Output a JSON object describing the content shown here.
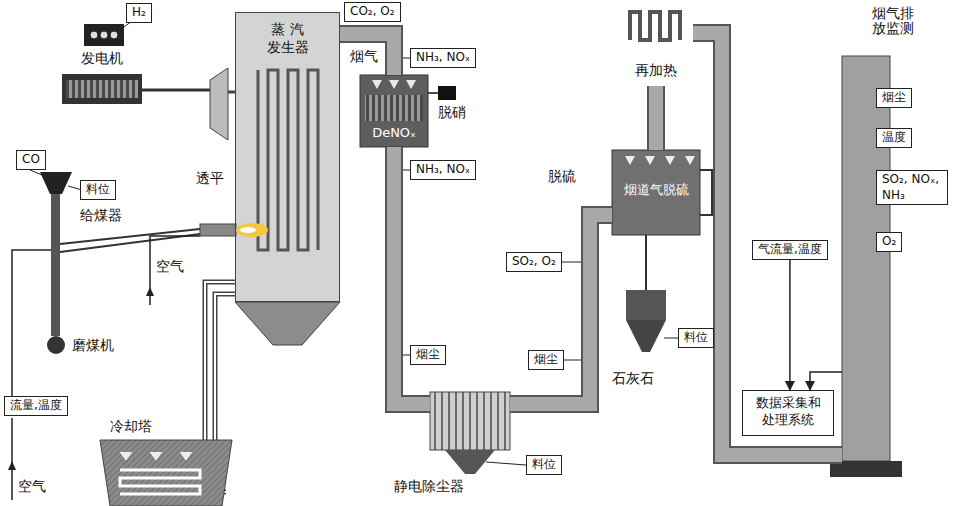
{
  "diagram": {
    "nodes": [
      {
        "text": [
          "H₂"
        ]
      },
      {
        "text": [
          "发电机"
        ]
      },
      {
        "text": [
          "CO"
        ]
      },
      {
        "text": [
          "料位"
        ]
      },
      {
        "text": [
          "流量,温度"
        ]
      },
      {
        "text": [
          "蒸 汽 发生器"
        ]
      },
      {
        "text": [
          "CO₂, O₂"
        ]
      },
      {
        "text": [
          "NH₃, NOₓ"
        ]
      },
      {
        "text": [
          "DeNOₓ"
        ]
      },
      {
        "text": [
          "NH₃, NOₓ"
        ]
      },
      {
        "text": [
          "烟尘"
        ]
      },
      {
        "text": [
          "静电除尘器"
        ]
      },
      {
        "text": [
          "料位"
        ]
      },
      {
        "text": [
          "烟尘"
        ]
      },
      {
        "text": [
          "SO₂, O₂"
        ]
      },
      {
        "text": [
          "烟道气脱硫"
        ]
      },
      {
        "text": [
          "料位"
        ]
      },
      {
        "text": [
          "再加热"
        ]
      },
      {
        "text": [
          "烟气排放监测"
        ]
      },
      {
        "text": [
          "烟尘"
        ],
        "in": 18
      },
      {
        "text": [
          "温度"
        ],
        "in": 18
      },
      {
        "text": [
          "SO₂, NOₓ, NH₃"
        ],
        "in": 18
      },
      {
        "text": [
          "O₂"
        ],
        "in": 18
      },
      {
        "text": [
          "气流量,温度"
        ]
      },
      {
        "text": [
          "数据采集和 处理系统"
        ]
      }
    ],
    "edges": [
      {
        "from": 5,
        "to": 8,
        "arrow": "none"
      },
      {
        "from": 8,
        "to": 11,
        "arrow": "none"
      },
      {
        "from": 11,
        "to": 15,
        "arrow": "none"
      },
      {
        "from": 15,
        "to": 17,
        "arrow": "none"
      },
      {
        "from": 17,
        "to": 18,
        "arrow": "none"
      },
      {
        "from": 18,
        "to": 24,
        "arrow": "to"
      },
      {
        "from": 23,
        "to": 24,
        "arrow": "to"
      }
    ],
    "labels": [
      "给煤器",
      "透平",
      "空气",
      "磨煤机",
      "空气",
      "冷却塔",
      "烟气",
      "脱硝",
      "脱硫",
      "石灰石"
    ]
  }
}
